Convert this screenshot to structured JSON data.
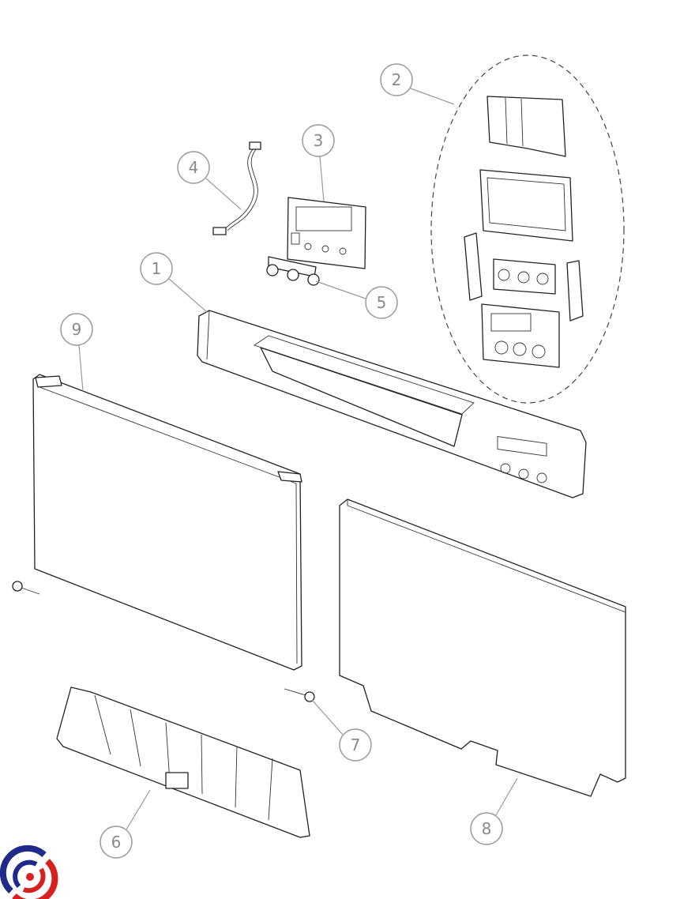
{
  "diagram": {
    "callouts": [
      {
        "id": "1",
        "label": "1"
      },
      {
        "id": "2",
        "label": "2"
      },
      {
        "id": "3",
        "label": "3"
      },
      {
        "id": "4",
        "label": "4"
      },
      {
        "id": "5",
        "label": "5"
      },
      {
        "id": "6",
        "label": "6"
      },
      {
        "id": "7",
        "label": "7"
      },
      {
        "id": "8",
        "label": "8"
      },
      {
        "id": "9",
        "label": "9"
      }
    ],
    "logo": {
      "name": "brand-logo",
      "colors": [
        "#1f2a8a",
        "#d8201f"
      ]
    },
    "line_color": "#222222",
    "callout_color": "#9a9a9a"
  }
}
